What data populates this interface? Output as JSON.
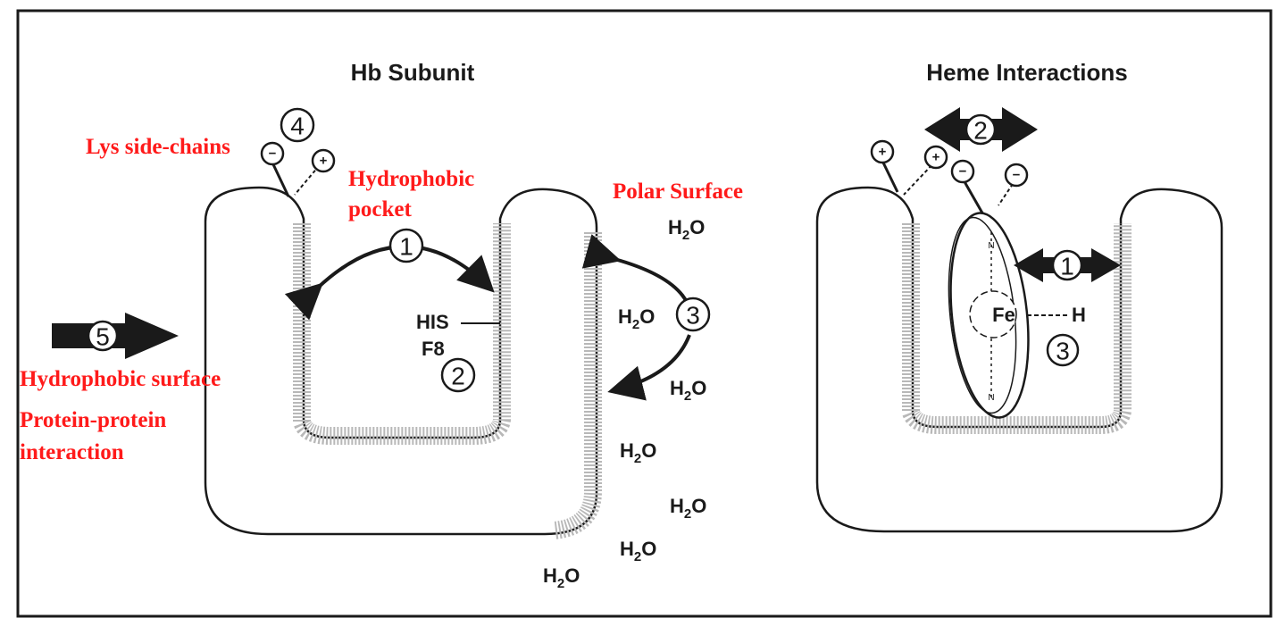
{
  "left_panel": {
    "title": "Hb Subunit",
    "labels": {
      "lys": "Lys side-chains",
      "hydrophobic_pocket_1": "Hydrophobic",
      "hydrophobic_pocket_2": "pocket",
      "polar_surface": "Polar Surface",
      "hydrophobic_surface": "Hydrophobic surface",
      "ppi_1": "Protein-protein",
      "ppi_2": "interaction",
      "his_1": "HIS",
      "his_2": "F8"
    },
    "water": {
      "base": "H",
      "subscript": "2",
      "tail": "O"
    },
    "numbers": {
      "n1": "1",
      "n2": "2",
      "n3": "3",
      "n4": "4",
      "n5": "5"
    },
    "charges": {
      "minus": "−",
      "plus": "+"
    }
  },
  "right_panel": {
    "title": "Heme Interactions",
    "labels": {
      "fe": "Fe",
      "h": "H",
      "n": "N"
    },
    "numbers": {
      "n1": "1",
      "n2": "2",
      "n3": "3"
    }
  },
  "colors": {
    "accent_red": "#ff1a1a",
    "ink": "#1a1a1a",
    "shading": "#b8b8b8"
  }
}
